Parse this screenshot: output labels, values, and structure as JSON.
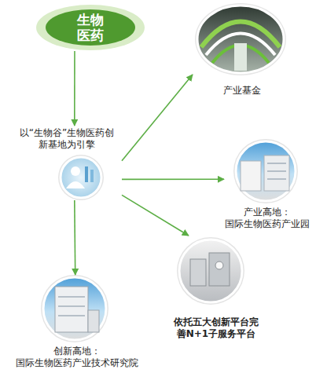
{
  "diagram": {
    "nodes": [
      {
        "text": [
          "生物医药"
        ]
      },
      {
        "text": [
          "以“生物谷”生物医药创新基地为引擎"
        ]
      },
      {
        "text": [
          "产业基金"
        ]
      },
      {
        "text": [
          "产业高地：",
          "国际生物医药产业园"
        ]
      },
      {
        "text": [
          "依托五大创新平台完善N+1子服务平台"
        ]
      },
      {
        "text": [
          "创新高地：",
          "国际生物医药产业技术研究院"
        ]
      }
    ],
    "edges": [
      {
        "from": 0,
        "to": 1,
        "arrow": "to"
      },
      {
        "from": 1,
        "to": 2,
        "arrow": "to"
      },
      {
        "from": 1,
        "to": 3,
        "arrow": "to"
      },
      {
        "from": 1,
        "to": 4,
        "arrow": "to"
      },
      {
        "from": 1,
        "to": 5,
        "arrow": "to"
      }
    ]
  }
}
